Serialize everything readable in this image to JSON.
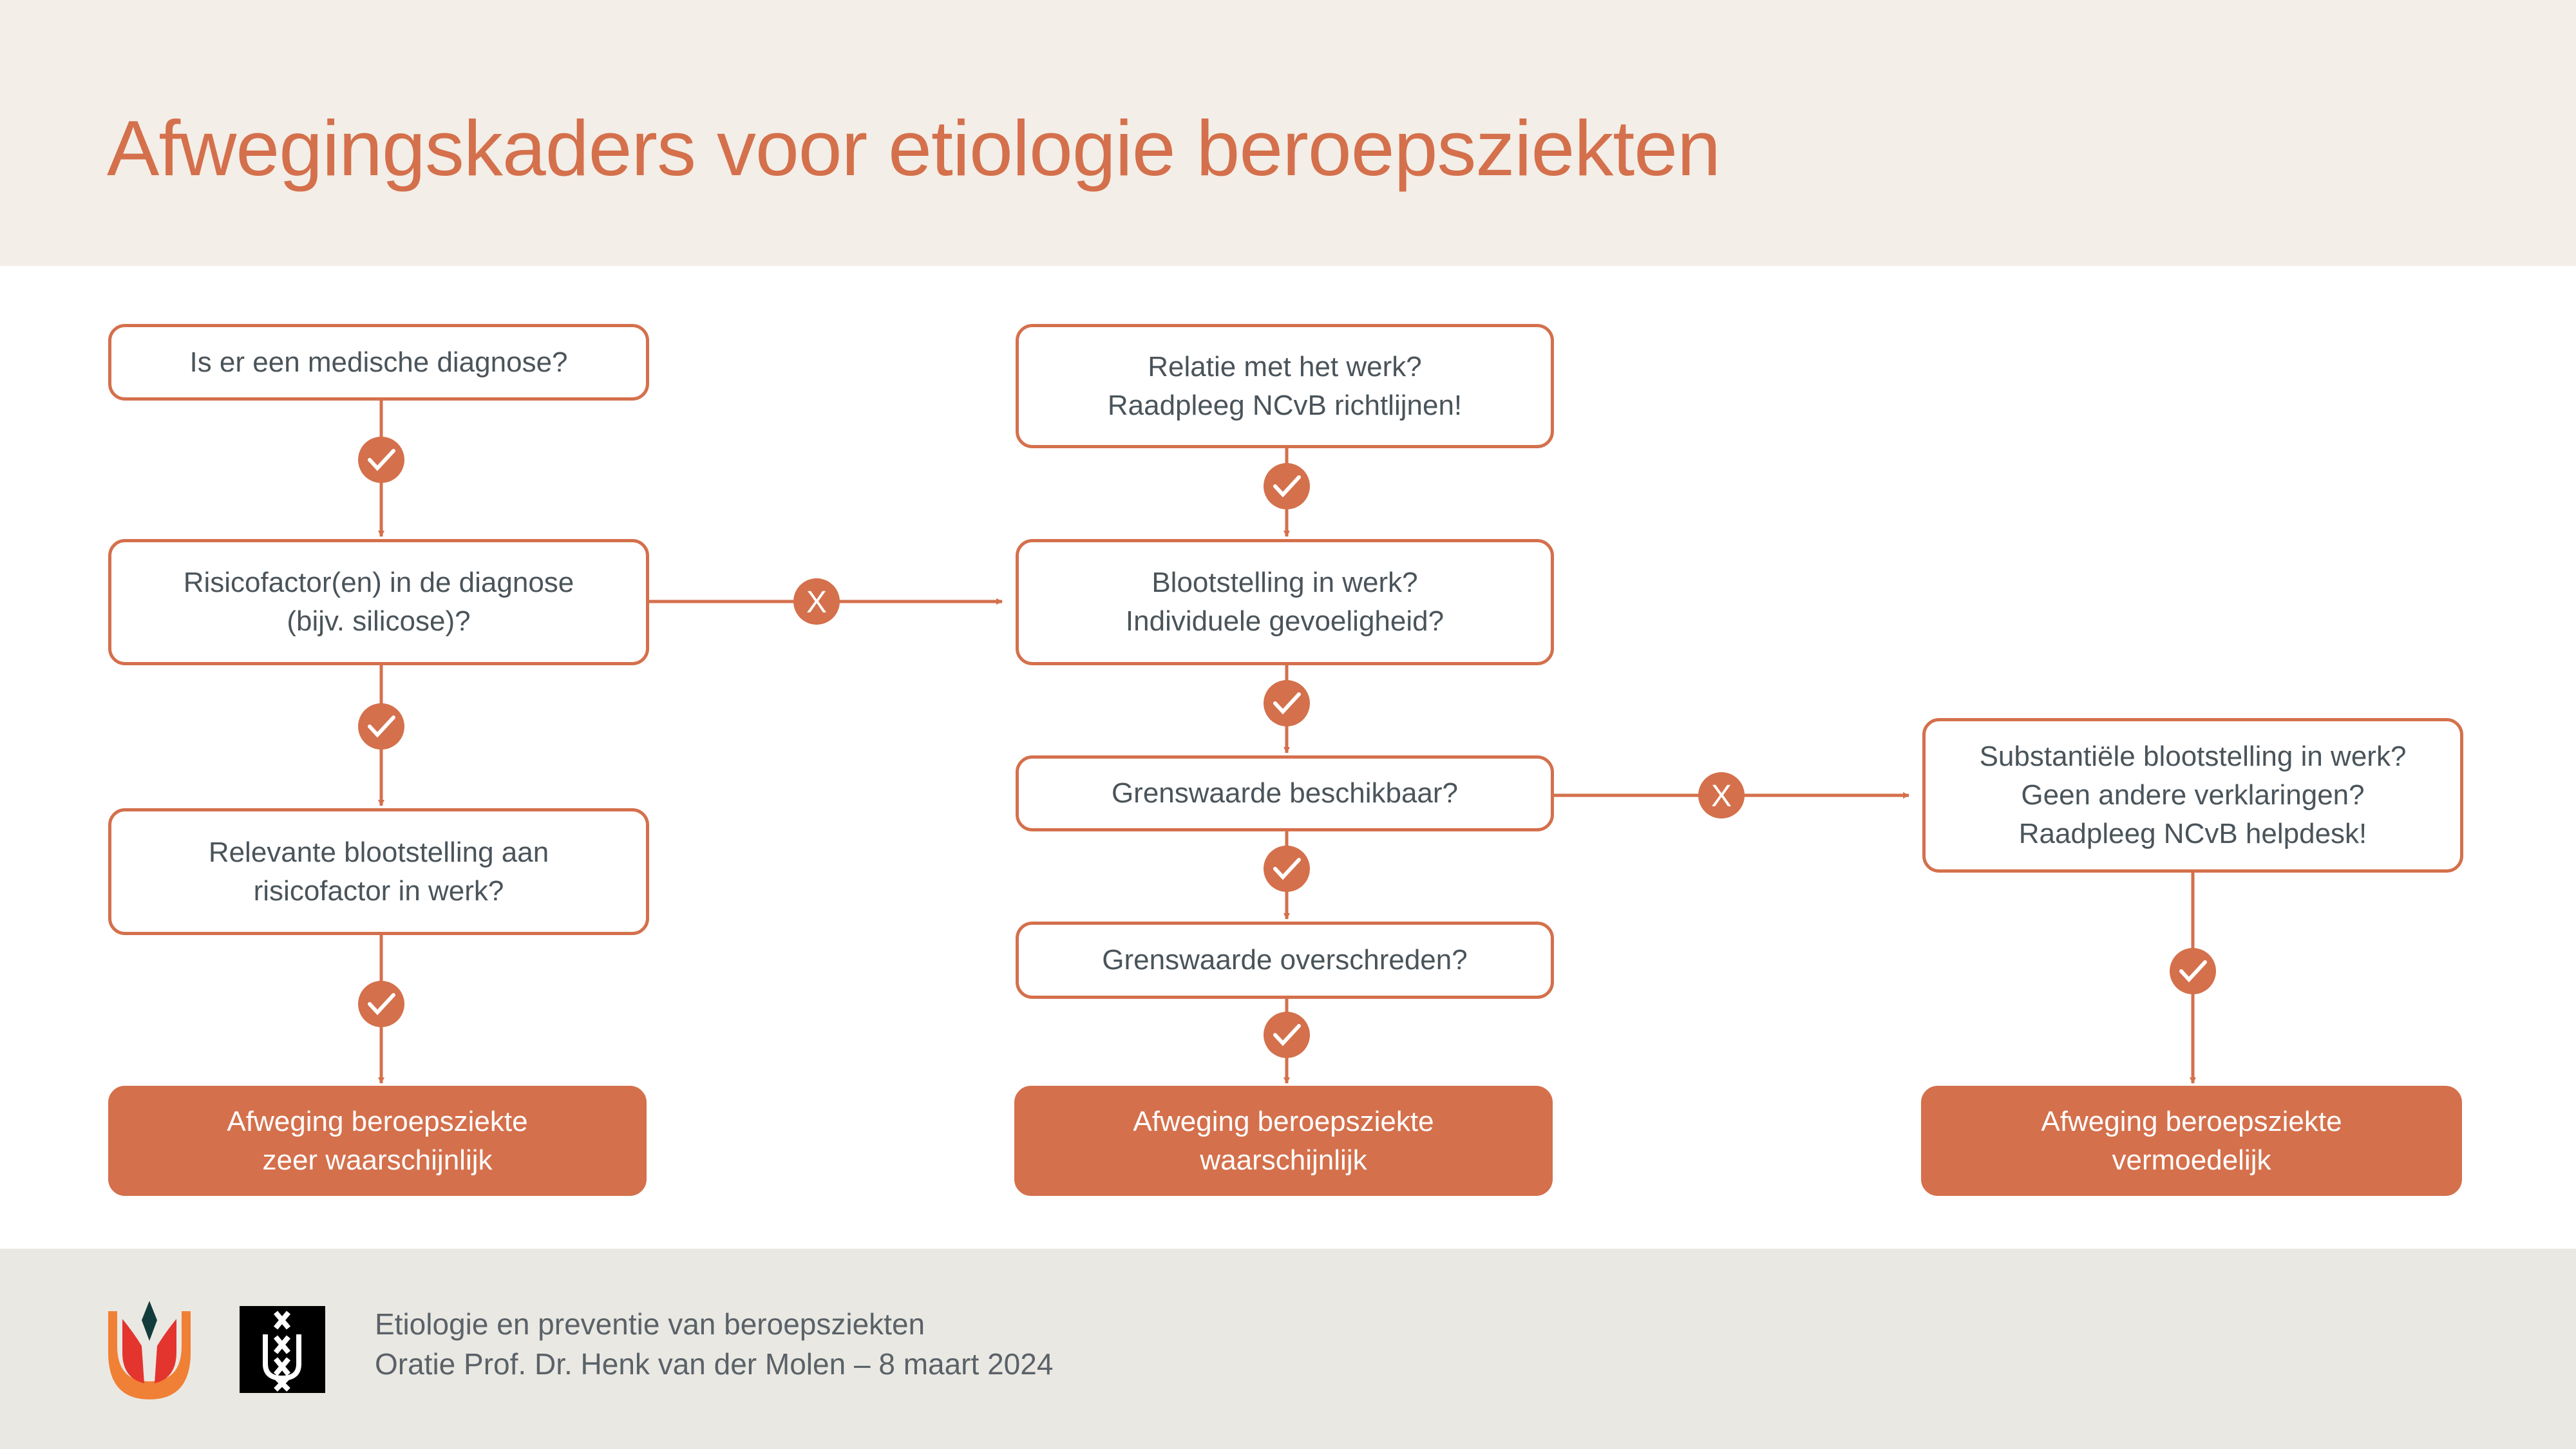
{
  "title": "Afwegingskaders voor etiologie beroepsziekten",
  "colors": {
    "accent": "#d4704c",
    "header_bg": "#f3eee7",
    "footer_bg": "#eae8e3",
    "text": "#4a545a"
  },
  "columns": [
    {
      "steps": [
        {
          "lines": [
            "Is er een medische diagnose?"
          ]
        },
        {
          "lines": [
            "Risicofactor(en) in de diagnose",
            "(bijv. silicose)?"
          ]
        },
        {
          "lines": [
            "Relevante blootstelling aan",
            "risicofactor in werk?"
          ]
        }
      ],
      "result": {
        "lines": [
          "Afweging beroepsziekte",
          "zeer waarschijnlijk"
        ]
      }
    },
    {
      "steps": [
        {
          "lines": [
            "Relatie met het werk?",
            "Raadpleeg NCvB richtlijnen!"
          ]
        },
        {
          "lines": [
            "Blootstelling in werk?",
            "Individuele gevoeligheid?"
          ]
        },
        {
          "lines": [
            "Grenswaarde beschikbaar?"
          ]
        },
        {
          "lines": [
            "Grenswaarde overschreden?"
          ]
        }
      ],
      "result": {
        "lines": [
          "Afweging beroepsziekte",
          "waarschijnlijk"
        ]
      }
    },
    {
      "steps": [
        {
          "lines": [
            "Substantiële blootstelling in werk?",
            "Geen andere verklaringen?",
            "Raadpleeg NCvB helpdesk!"
          ]
        }
      ],
      "result": {
        "lines": [
          "Afweging beroepsziekte",
          "vermoedelijk"
        ]
      }
    }
  ],
  "markers": {
    "yes_icon": "check-icon",
    "no_label": "X"
  },
  "footer": {
    "line1": "Etiologie en preventie van beroepsziekten",
    "line2": "Oratie Prof. Dr. Henk van der Molen – 8 maart 2024",
    "logos": [
      "tulip-logo",
      "uva-logo"
    ]
  }
}
